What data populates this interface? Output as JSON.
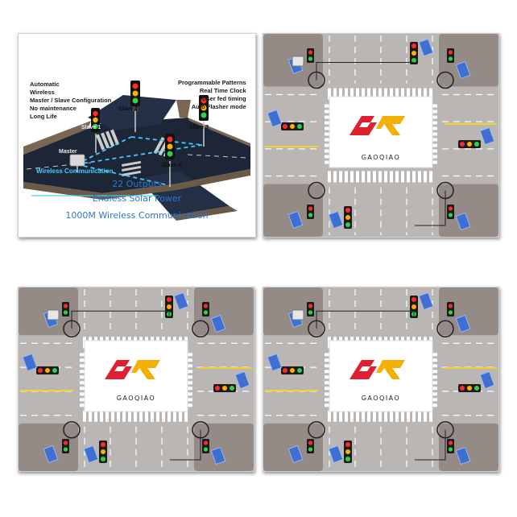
{
  "infographic": {
    "features_left": [
      "Automatic",
      "Wireless",
      "Master / Slave Configuration",
      "No maintenance",
      "Long Life"
    ],
    "features_right": [
      "Programmable Patterns",
      "Real Time Clock",
      "User fed timing",
      "Auto Flasher mode"
    ],
    "labels": {
      "master": "Master",
      "slave1": "Slave 1",
      "slave2": "Slave 2",
      "slave3": "Slave 3",
      "slave4": "Slave 4",
      "wireless": "Wireless Communication"
    },
    "captions": [
      "22 Outputs",
      "Endless Solar Power",
      "1000M Wireless Communication"
    ]
  },
  "intersections": [
    {
      "brand_text": "GAOQIAO"
    },
    {
      "brand_text": "GAOQIAO"
    },
    {
      "brand_text": "GAOQIAO"
    }
  ],
  "colors": {
    "caption_blue": "#2b78c8",
    "wireless_cyan": "#3dd0ff",
    "road_gray": "#b9b6b3",
    "sidewalk": "#958b86",
    "logo_red": "#e0202e",
    "logo_yellow": "#f4b000",
    "solar_blue": "#3f6fd0"
  }
}
